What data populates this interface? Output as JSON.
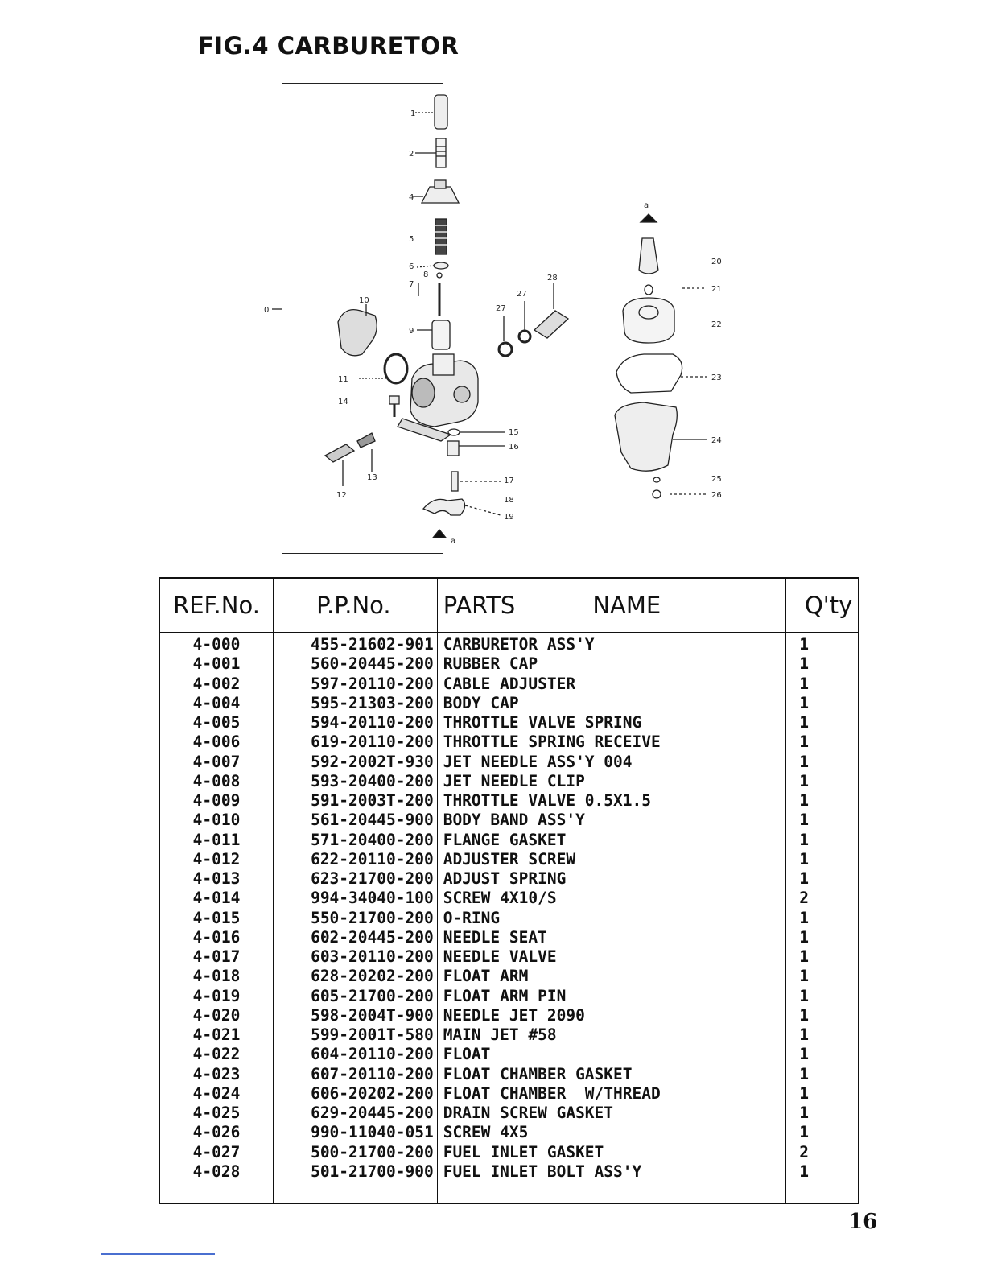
{
  "figure": {
    "title": "FIG.4 CARBURETOR"
  },
  "diagram": {
    "callouts": [
      "0",
      "1",
      "2",
      "4",
      "5",
      "6",
      "7",
      "8",
      "9",
      "10",
      "11",
      "12",
      "13",
      "14",
      "15",
      "16",
      "17",
      "18",
      "19",
      "20",
      "21",
      "22",
      "23",
      "24",
      "25",
      "26",
      "27",
      "27",
      "28",
      "a",
      "a"
    ]
  },
  "table": {
    "headers": {
      "ref": "REF.No.",
      "pp": "P.P.No.",
      "parts": "PARTS",
      "name": "NAME",
      "qty": "Q'ty"
    },
    "rows": [
      {
        "ref": "4-000",
        "pp": "455-21602-901",
        "name": "CARBURETOR ASS'Y",
        "qty": "1"
      },
      {
        "ref": "4-001",
        "pp": "560-20445-200",
        "name": "RUBBER CAP",
        "qty": "1"
      },
      {
        "ref": "4-002",
        "pp": "597-20110-200",
        "name": "CABLE ADJUSTER",
        "qty": "1"
      },
      {
        "ref": "4-004",
        "pp": "595-21303-200",
        "name": "BODY CAP",
        "qty": "1"
      },
      {
        "ref": "4-005",
        "pp": "594-20110-200",
        "name": "THROTTLE VALVE SPRING",
        "qty": "1"
      },
      {
        "ref": "4-006",
        "pp": "619-20110-200",
        "name": "THROTTLE SPRING RECEIVE",
        "qty": "1"
      },
      {
        "ref": "4-007",
        "pp": "592-2002T-930",
        "name": "JET NEEDLE ASS'Y 004",
        "qty": "1"
      },
      {
        "ref": "4-008",
        "pp": "593-20400-200",
        "name": "JET NEEDLE CLIP",
        "qty": "1"
      },
      {
        "ref": "4-009",
        "pp": "591-2003T-200",
        "name": "THROTTLE VALVE 0.5X1.5",
        "qty": "1"
      },
      {
        "ref": "4-010",
        "pp": "561-20445-900",
        "name": "BODY BAND ASS'Y",
        "qty": "1"
      },
      {
        "ref": "4-011",
        "pp": "571-20400-200",
        "name": "FLANGE GASKET",
        "qty": "1"
      },
      {
        "ref": "4-012",
        "pp": "622-20110-200",
        "name": "ADJUSTER SCREW",
        "qty": "1"
      },
      {
        "ref": "4-013",
        "pp": "623-21700-200",
        "name": "ADJUST SPRING",
        "qty": "1"
      },
      {
        "ref": "4-014",
        "pp": "994-34040-100",
        "name": "SCREW 4X10/S",
        "qty": "2"
      },
      {
        "ref": "4-015",
        "pp": "550-21700-200",
        "name": "O-RING",
        "qty": "1"
      },
      {
        "ref": "4-016",
        "pp": "602-20445-200",
        "name": "NEEDLE SEAT",
        "qty": "1"
      },
      {
        "ref": "4-017",
        "pp": "603-20110-200",
        "name": "NEEDLE VALVE",
        "qty": "1"
      },
      {
        "ref": "4-018",
        "pp": "628-20202-200",
        "name": "FLOAT ARM",
        "qty": "1"
      },
      {
        "ref": "4-019",
        "pp": "605-21700-200",
        "name": "FLOAT ARM PIN",
        "qty": "1"
      },
      {
        "ref": "4-020",
        "pp": "598-2004T-900",
        "name": "NEEDLE JET 2090",
        "qty": "1"
      },
      {
        "ref": "4-021",
        "pp": "599-2001T-580",
        "name": "MAIN JET #58",
        "qty": "1"
      },
      {
        "ref": "4-022",
        "pp": "604-20110-200",
        "name": "FLOAT",
        "qty": "1"
      },
      {
        "ref": "4-023",
        "pp": "607-20110-200",
        "name": "FLOAT CHAMBER GASKET",
        "qty": "1"
      },
      {
        "ref": "4-024",
        "pp": "606-20202-200",
        "name": "FLOAT CHAMBER  W/THREAD",
        "qty": "1"
      },
      {
        "ref": "4-025",
        "pp": "629-20445-200",
        "name": "DRAIN SCREW GASKET",
        "qty": "1"
      },
      {
        "ref": "4-026",
        "pp": "990-11040-051",
        "name": "SCREW 4X5",
        "qty": "1"
      },
      {
        "ref": "4-027",
        "pp": "500-21700-200",
        "name": "FUEL INLET GASKET",
        "qty": "2"
      },
      {
        "ref": "4-028",
        "pp": "501-21700-900",
        "name": "FUEL INLET BOLT ASS'Y",
        "qty": "1"
      }
    ]
  },
  "page": {
    "number": "16"
  }
}
